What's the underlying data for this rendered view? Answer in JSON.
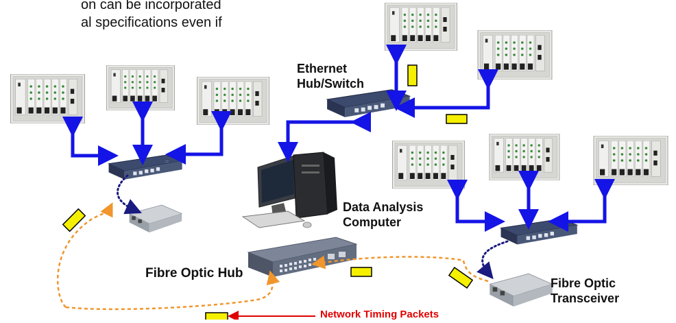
{
  "intro": {
    "line1": "on can be incorporated",
    "line2": "al specifications even if"
  },
  "labels": {
    "ethernet_switch": [
      "Ethernet",
      "Hub/Switch"
    ],
    "data_computer": [
      "Data Analysis",
      "Computer"
    ],
    "fibre_hub": "Fibre Optic Hub",
    "fibre_transceiver": [
      "Fibre Optic",
      "Transceiver"
    ],
    "timing_packets": "Network Timing Packets"
  },
  "colors": {
    "blue_link": "#1414e6",
    "orange_fibre": "#f0962d",
    "navy_dotted": "#1a1a80",
    "packet": "#f5f000",
    "timing_arrow": "#e00000"
  }
}
